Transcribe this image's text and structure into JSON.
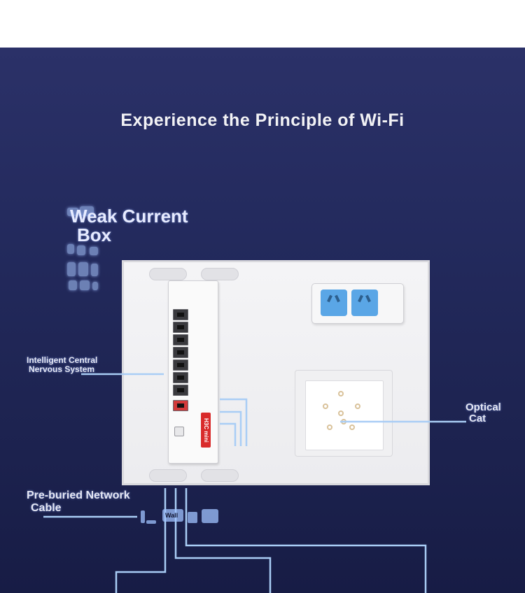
{
  "title": "Experience the Principle of Wi-Fi",
  "labels": {
    "weak_current_line1": "Weak Current",
    "weak_current_line2": "Box",
    "central_line1": "Intelligent Central",
    "central_line2": "Nervous System",
    "optical_line1": "Optical",
    "optical_line2": "Cat",
    "cable_line1": "Pre-buried Network",
    "cable_line2": "Cable",
    "wall": "Wall"
  },
  "router": {
    "brand": "H3C mini"
  },
  "colors": {
    "background_top": "#2b3168",
    "background_bottom": "#171c45",
    "wire": "#a9cdf5",
    "router_brand": "#d92b2b",
    "socket": "#5aa6e6"
  }
}
